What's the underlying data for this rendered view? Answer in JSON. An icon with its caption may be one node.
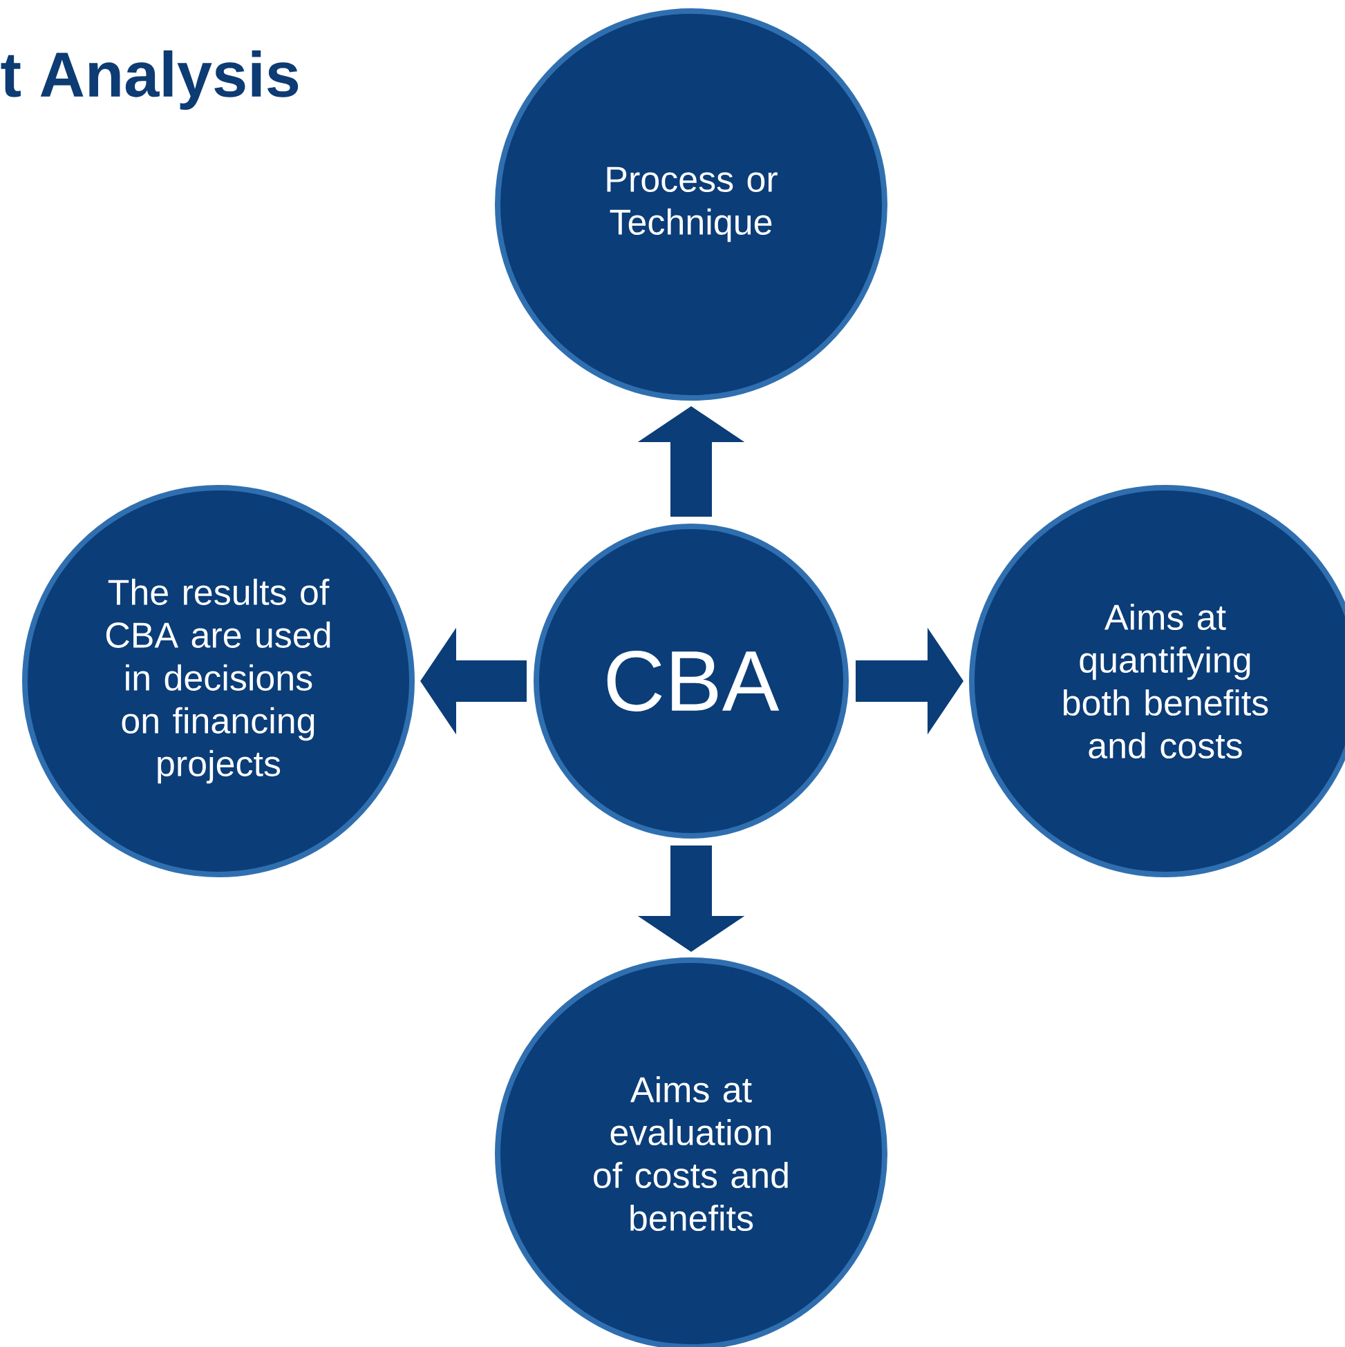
{
  "diagram": {
    "title": "t Analysis",
    "nodes": [
      {
        "text": [
          "Process or Technique"
        ]
      },
      {
        "text": [
          "The results of CBA are used in decisions on financing projects"
        ]
      },
      {
        "text": [
          "CBA"
        ]
      },
      {
        "text": [
          "Aims at quantifying both benefits and costs"
        ]
      },
      {
        "text": [
          "Aims at evaluation of costs and benefits"
        ]
      }
    ],
    "edges": [
      {
        "from": 2,
        "to": 0,
        "arrow": "to"
      },
      {
        "from": 2,
        "to": 1,
        "arrow": "to"
      },
      {
        "from": 2,
        "to": 3,
        "arrow": "to"
      },
      {
        "from": 2,
        "to": 4,
        "arrow": "to"
      }
    ]
  }
}
